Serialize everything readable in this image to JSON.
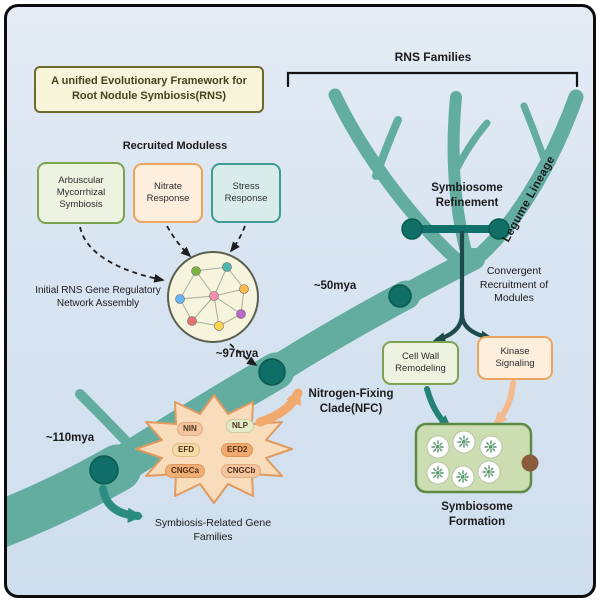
{
  "title": "A unified Evolutionary Framework for Root Nodule Symbiosis(RNS)",
  "recruited": {
    "heading": "Recruited Moduless",
    "modules": [
      {
        "label": "Arbuscular Mycorrhizal Symbiosis"
      },
      {
        "label": "Nitrate Response"
      },
      {
        "label": "Stress Response"
      }
    ]
  },
  "network": {
    "label": "Initial RNS Gene Regulatory Network Assembly"
  },
  "timeline": {
    "mya97": "~97mya",
    "mya50": "~50mya",
    "mya110": "~110mya"
  },
  "tree": {
    "rns_families": "RNS Families",
    "symbiosome_refinement": "Symbiosome Refinement",
    "legume_lineage": "Legume Lineage"
  },
  "convergent": {
    "label": "Convergent Recruitment of Modules"
  },
  "module_boxes": {
    "cell_wall": "Cell Wall Remodeling",
    "kinase": "Kinase Signaling"
  },
  "symbiosome_formation": {
    "label": "Symbiosome Formation"
  },
  "nfc": {
    "label": "Nitrogen-Fixing Clade(NFC)"
  },
  "genes": {
    "heading": "Symbiosis-Related Gene Families",
    "names": [
      "NIN",
      "NLP",
      "EFD",
      "EFD2",
      "CNGCa",
      "CNGCb"
    ]
  },
  "colors": {
    "tree_teal": "#63aca0",
    "node_dark_teal": "#0f6e66",
    "background_blue": "#d8e4f1",
    "green_border": "#7da351",
    "orange_border": "#eda55e",
    "teal_border": "#3e9c92",
    "starburst_fill": "#f9dcbb",
    "symbiosome_box_green": "#cbddb1"
  }
}
